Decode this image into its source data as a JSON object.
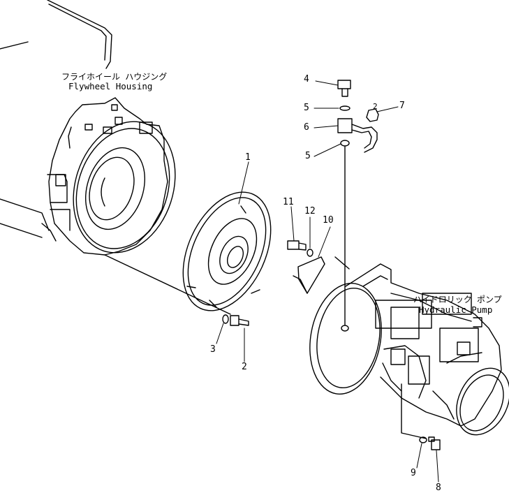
{
  "captions": {
    "flywheel_housing_jp": "フライホイール ハウジング",
    "flywheel_housing_en": "Flywheel Housing",
    "hydraulic_pump_jp": "ハイドロリック ポンプ",
    "hydraulic_pump_en": "Hydraulic Pump"
  },
  "callouts": {
    "c1": "1",
    "c2": "2",
    "c2b": "2",
    "c3": "3",
    "c4": "4",
    "c5a": "5",
    "c5b": "5",
    "c6": "6",
    "c7": "7",
    "c8": "8",
    "c9": "9",
    "c10": "10",
    "c11": "11",
    "c12": "12"
  }
}
